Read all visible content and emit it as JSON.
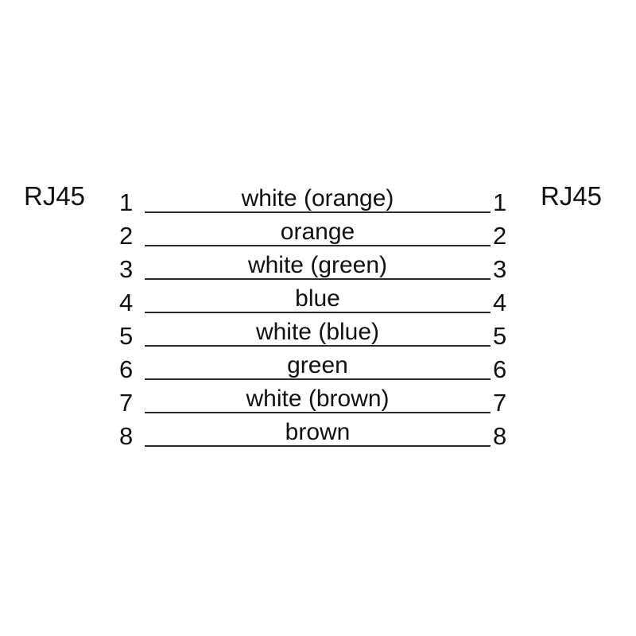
{
  "diagram": {
    "background_color": "#ffffff",
    "line_color": "#2b2b2b",
    "text_color": "#111111",
    "connector_left": "RJ45",
    "connector_right": "RJ45",
    "pins": [
      {
        "pin_left": "1",
        "pin_right": "1",
        "wire": "white (orange)"
      },
      {
        "pin_left": "2",
        "pin_right": "2",
        "wire": "orange"
      },
      {
        "pin_left": "3",
        "pin_right": "3",
        "wire": "white (green)"
      },
      {
        "pin_left": "4",
        "pin_right": "4",
        "wire": "blue"
      },
      {
        "pin_left": "5",
        "pin_right": "5",
        "wire": "white (blue)"
      },
      {
        "pin_left": "6",
        "pin_right": "6",
        "wire": "green"
      },
      {
        "pin_left": "7",
        "pin_right": "7",
        "wire": "white (brown)"
      },
      {
        "pin_left": "8",
        "pin_right": "8",
        "wire": "brown"
      }
    ]
  }
}
